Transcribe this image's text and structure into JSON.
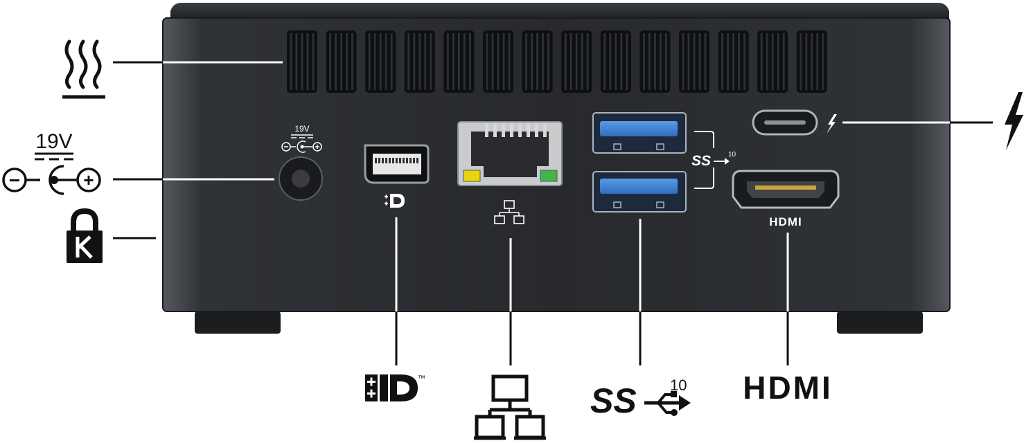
{
  "power": {
    "voltage_label": "19V",
    "minus_sign": "−",
    "plus_sign": "+"
  },
  "port_labels": {
    "displayport_trademark": "™",
    "usb_ss": "SS",
    "usb_speed": "10",
    "hdmi": "HDMI"
  },
  "device": {
    "vent_slot_count": 14
  },
  "colors": {
    "chassis": "#2b2e32",
    "chassis_edge": "#4a4f56",
    "usb_blue": "#3d7fd3",
    "led_yellow": "#e8d60a",
    "led_green": "#3fb54a",
    "callout_line": "#111111"
  },
  "icons": [
    "heat-vent-icon",
    "dc-power-icon",
    "kensington-lock-icon",
    "thunderbolt-icon",
    "displayport-icon",
    "network-icon",
    "usb-superspeed-icon",
    "hdmi-logo"
  ]
}
